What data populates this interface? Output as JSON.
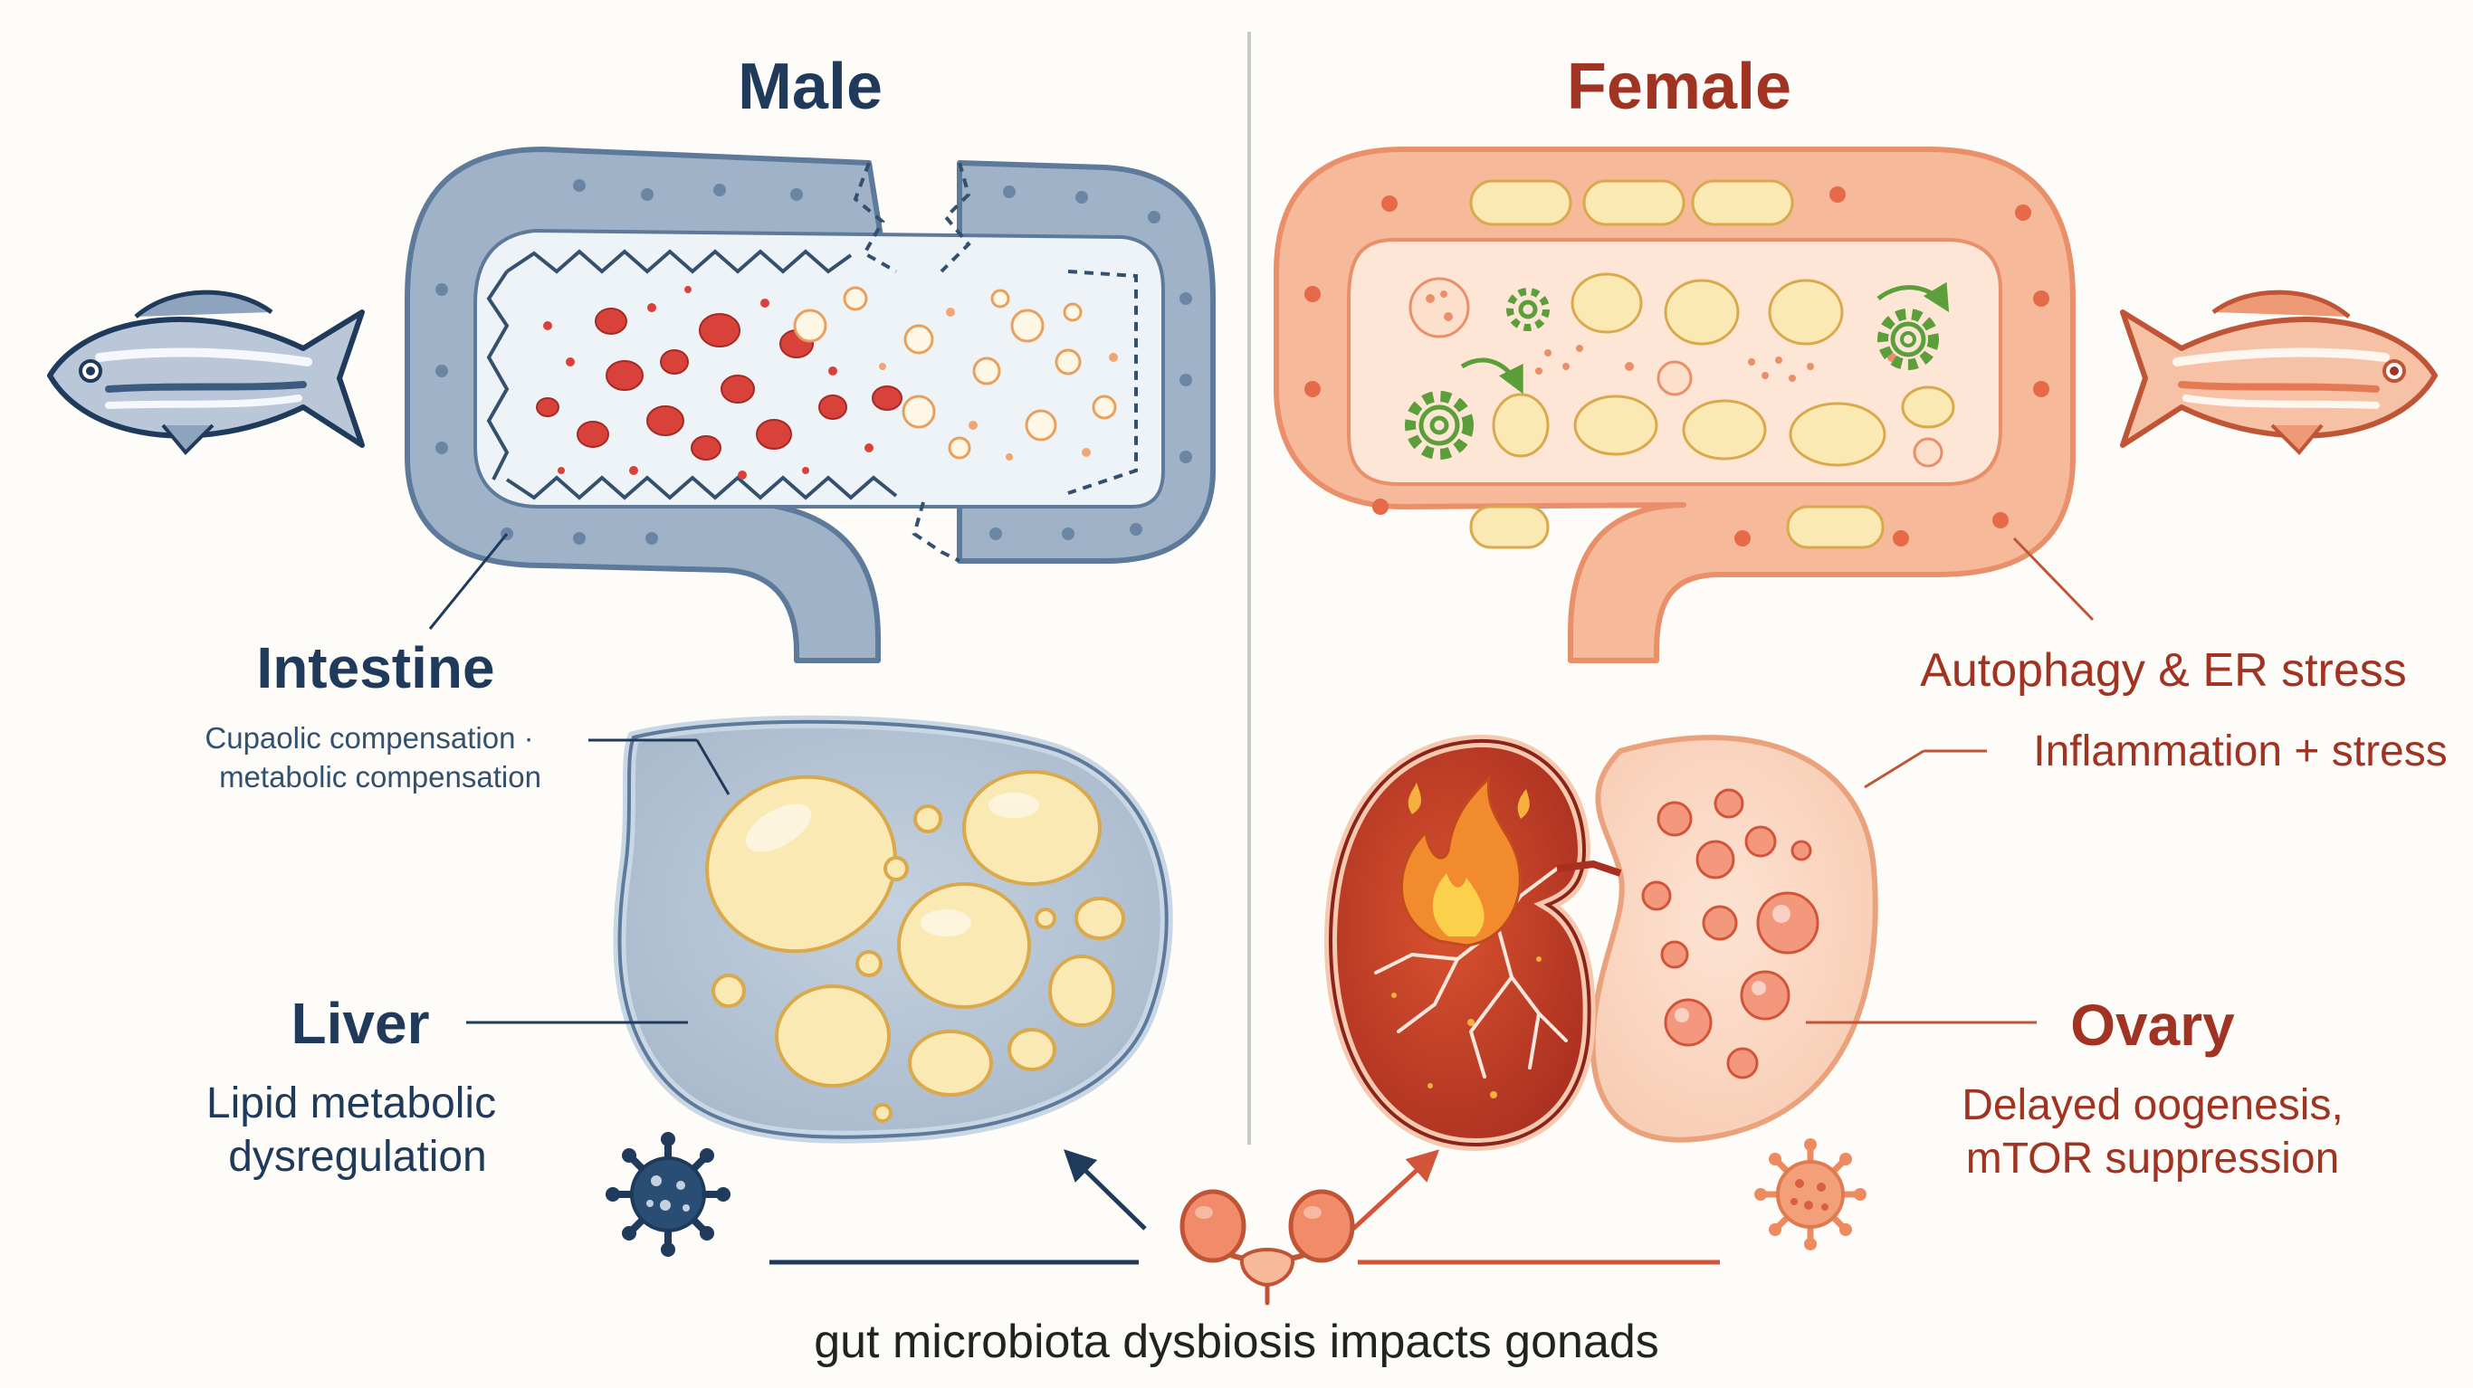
{
  "colors": {
    "male_primary": "#1f3a5b",
    "female_primary": "#a13322",
    "male_tissue": "#9fb2c8",
    "female_tissue": "#f6b999",
    "lipid": "#fbe9b4",
    "lipid_edge": "#d9a94b",
    "inflamed": "#c8412c",
    "gear": "#5b9e3a",
    "divider": "#c9c9c9"
  },
  "icons": {
    "male_fish": "fish-icon",
    "female_fish": "fish-icon",
    "male_bacterium": "bacterium-icon",
    "female_bacterium": "bacterium-icon",
    "gonads": "gonads-icon",
    "flame": "flame-icon",
    "gear": "gear-icon"
  },
  "male": {
    "heading": "Male",
    "intestine_label": "Intestine",
    "intestine_note_line1": "Cupaolic compensation ·",
    "intestine_note_line2": "metabolic compensation",
    "liver_label": "Liver",
    "liver_note_line1": "Lipid metabolic",
    "liver_note_line2": "dysregulation"
  },
  "female": {
    "heading": "Female",
    "intestine_note": "Autophagy & ER stress",
    "liver_note": "Inflammation + stress",
    "ovary_label": "Ovary",
    "ovary_note_line1": "Delayed oogenesis,",
    "ovary_note_line2": "mTOR suppression"
  },
  "footer": {
    "caption": "gut microbiota dysbiosis impacts gonads"
  }
}
